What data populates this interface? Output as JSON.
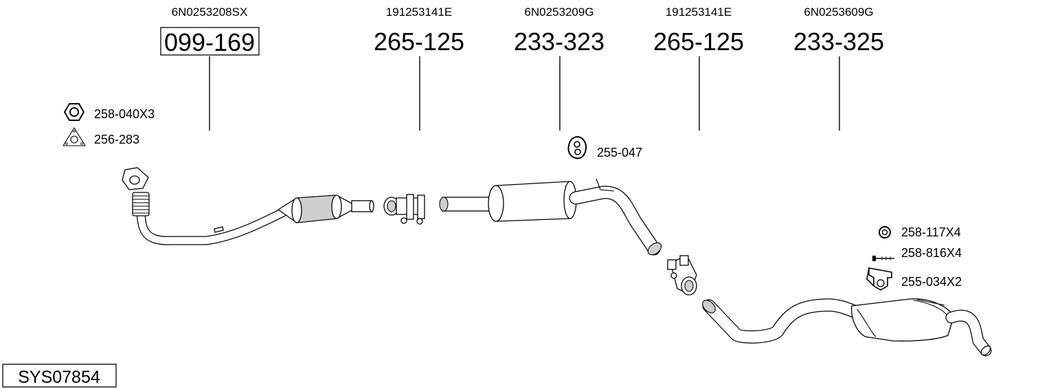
{
  "diagram_id": "SYS07854",
  "parts": [
    {
      "oem": "6N0253208SX",
      "part_no": "099-169",
      "boxed": true
    },
    {
      "oem": "191253141E",
      "part_no": "265-125",
      "boxed": false
    },
    {
      "oem": "6N0253209G",
      "part_no": "233-323",
      "boxed": false
    },
    {
      "oem": "191253141E",
      "part_no": "265-125",
      "boxed": false
    },
    {
      "oem": "6N0253609G",
      "part_no": "233-325",
      "boxed": false
    }
  ],
  "accessories": [
    {
      "label": "258-040X3",
      "icon": "hex-nut-icon"
    },
    {
      "label": "256-283",
      "icon": "flange-gasket-icon"
    },
    {
      "label": "255-047",
      "icon": "rubber-hanger-icon"
    },
    {
      "label": "258-117X4",
      "icon": "washer-ring-icon"
    },
    {
      "label": "258-816X4",
      "icon": "bolt-icon"
    },
    {
      "label": "255-034X2",
      "icon": "mounting-bracket-icon"
    }
  ]
}
